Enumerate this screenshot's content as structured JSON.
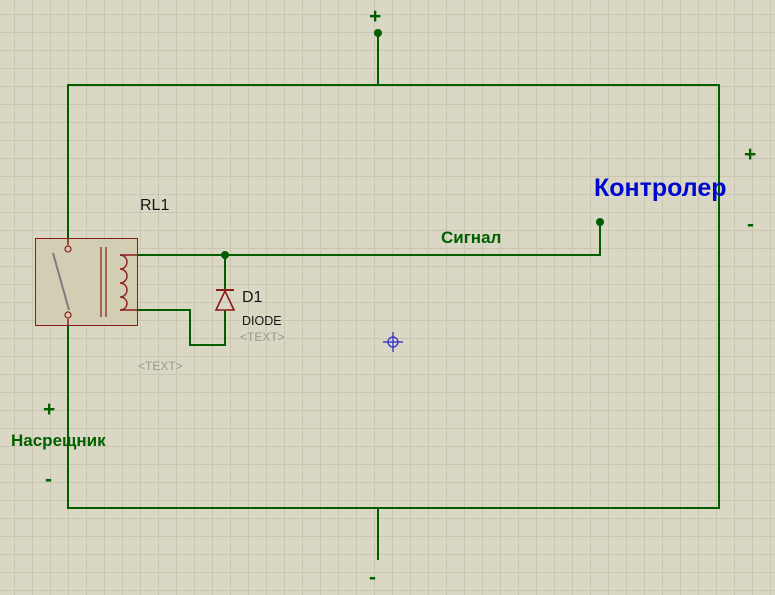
{
  "canvas": {
    "name": "schematic-editing-canvas",
    "background": "#dad7c5",
    "grid_color": "#c9c6b2",
    "wire_color": "#005e00",
    "component_outline_color": "#8b1a1a",
    "net_label_color": "#006000",
    "controller_label_color": "#0008d0"
  },
  "terminals": {
    "top_plus": "+",
    "bottom_minus": "-",
    "right_plus": "+",
    "right_minus": "-",
    "left_plus": "+",
    "left_minus": "-"
  },
  "net_labels": {
    "controller": "Контролер",
    "signal": "Сигнал",
    "counterpart": "Насрещник"
  },
  "components": {
    "relay": {
      "ref": "RL1",
      "property_placeholder": "<TEXT>"
    },
    "diode": {
      "ref": "D1",
      "value": "DIODE",
      "property_placeholder": "<TEXT>"
    }
  }
}
